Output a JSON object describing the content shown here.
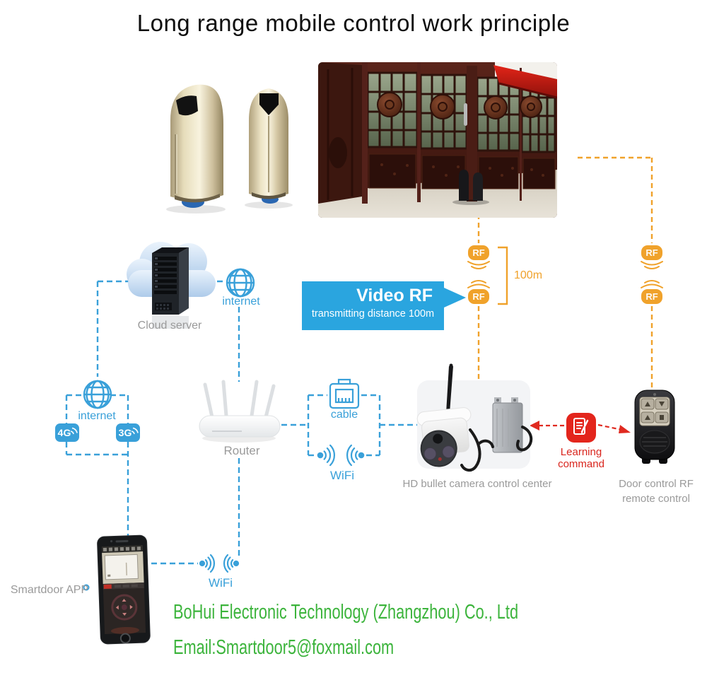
{
  "title": "Long range mobile control work principle",
  "banner": {
    "title": "Video RF",
    "subtitle": "transmitting distance 100m"
  },
  "rf": {
    "badge": "RF",
    "distance": "100m"
  },
  "nodes": {
    "cloud_server": {
      "label": "Cloud server"
    },
    "internet_top": {
      "label": "internet"
    },
    "internet_left": {
      "label": "internet",
      "badge_4g": "4G",
      "badge_3g": "3G"
    },
    "router": {
      "label": "Router"
    },
    "cable": {
      "label": "cable"
    },
    "wifi_mid": {
      "label": "WiFi"
    },
    "wifi_bottom": {
      "label": "WiFi"
    },
    "camera": {
      "label": "HD bullet camera control center"
    },
    "learning": {
      "line1": "Learning",
      "line2": "command"
    },
    "remote": {
      "line1": "Door control RF",
      "line2": "remote control"
    },
    "app": {
      "label": "Smartdoor APP"
    }
  },
  "footer": {
    "company": "BoHui Electronic Technology (Zhangzhou) Co., Ltd",
    "email": "Email:Smartdoor5@foxmail.com"
  },
  "colors": {
    "line_blue": "#39A0D9",
    "orange": "#F0A22B",
    "red": "#E02A20",
    "green": "#3CB43C",
    "banner_blue": "#2AA5DF",
    "label_gray": "#9A9A9A"
  }
}
